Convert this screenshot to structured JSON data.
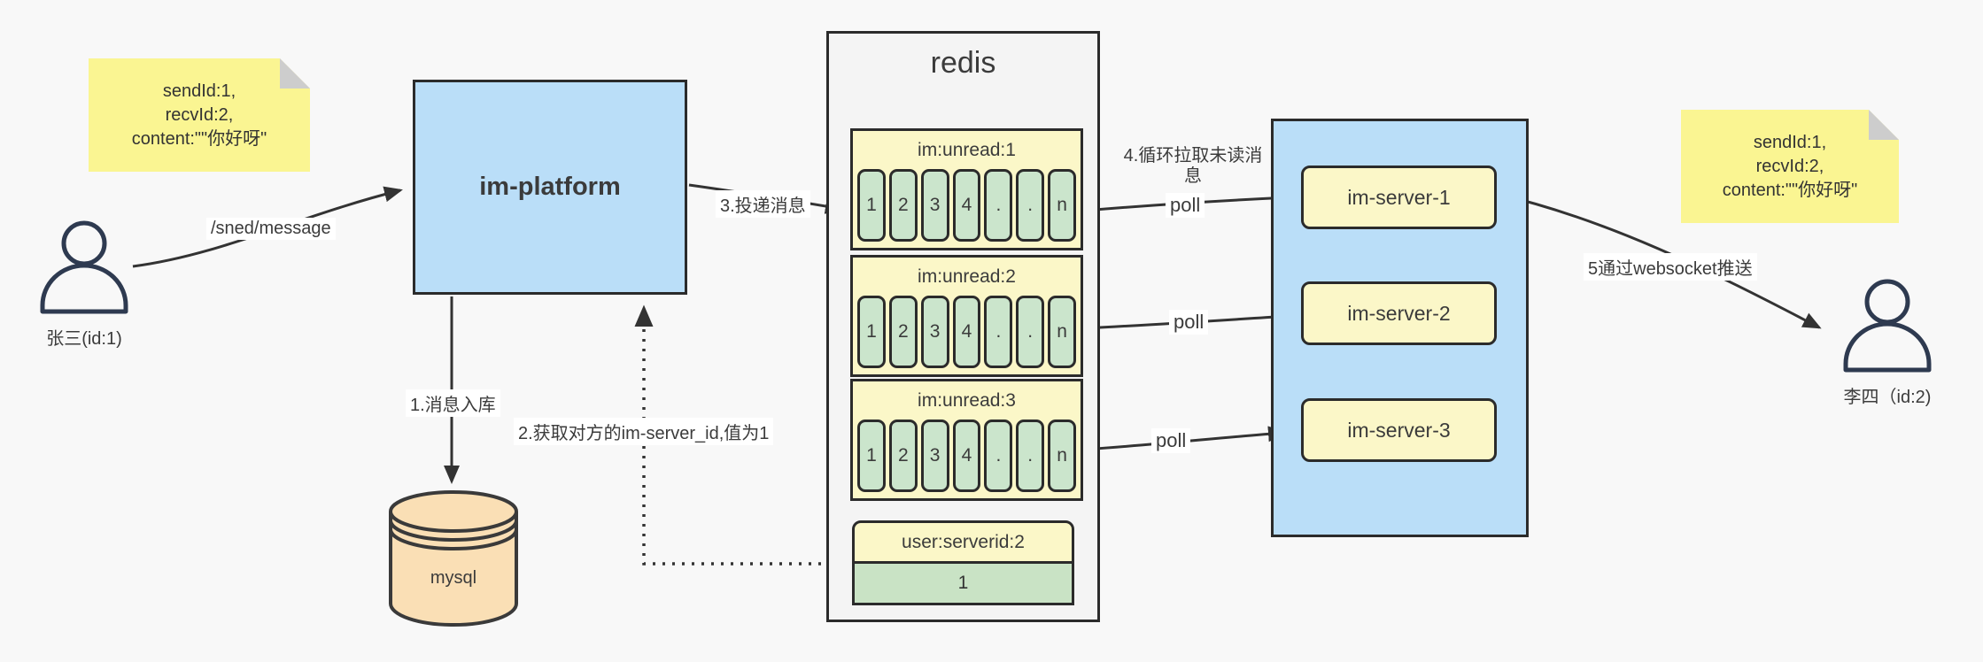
{
  "notes": {
    "left": {
      "lines": [
        "sendId:1,",
        "recvId:2,",
        "content:\"\"你好呀\""
      ]
    },
    "right": {
      "lines": [
        "sendId:1,",
        "recvId:2,",
        "content:\"\"你好呀\""
      ]
    }
  },
  "actors": {
    "sender": {
      "label": "张三(id:1)"
    },
    "receiver": {
      "label": "李四（id:2)"
    }
  },
  "platform": {
    "label": "im-platform"
  },
  "mysql": {
    "label": "mysql"
  },
  "redis": {
    "title": "redis",
    "queues": [
      {
        "title": "im:unread:1",
        "cells": [
          "1",
          "2",
          "3",
          "4",
          ".",
          ".",
          "n"
        ]
      },
      {
        "title": "im:unread:2",
        "cells": [
          "1",
          "2",
          "3",
          "4",
          ".",
          ".",
          "n"
        ]
      },
      {
        "title": "im:unread:3",
        "cells": [
          "1",
          "2",
          "3",
          "4",
          ".",
          ".",
          "n"
        ]
      }
    ],
    "mapping": {
      "title": "user:serverid:2",
      "value": "1"
    }
  },
  "servers": {
    "items": [
      {
        "label": "im-server-1"
      },
      {
        "label": "im-server-2"
      },
      {
        "label": "im-server-3"
      }
    ]
  },
  "edges": {
    "send": "/sned/message",
    "step1": "1.消息入库",
    "step2": "2.获取对方的im-server_id,值为1",
    "step3": "3.投递消息",
    "step4": "4.循环拉取未读消息",
    "step5": "5通过websocket推送",
    "poll": "poll"
  },
  "colors": {
    "blue_fill": "#badef8",
    "yellow_fill": "#fbf7c8",
    "sticky_yellow": "#faf592",
    "green_fill": "#cbe5cc",
    "tan_fill": "#fadfb5",
    "gray_container": "#f4f4f4",
    "line": "#333333",
    "person_stroke": "#2e3a50"
  }
}
